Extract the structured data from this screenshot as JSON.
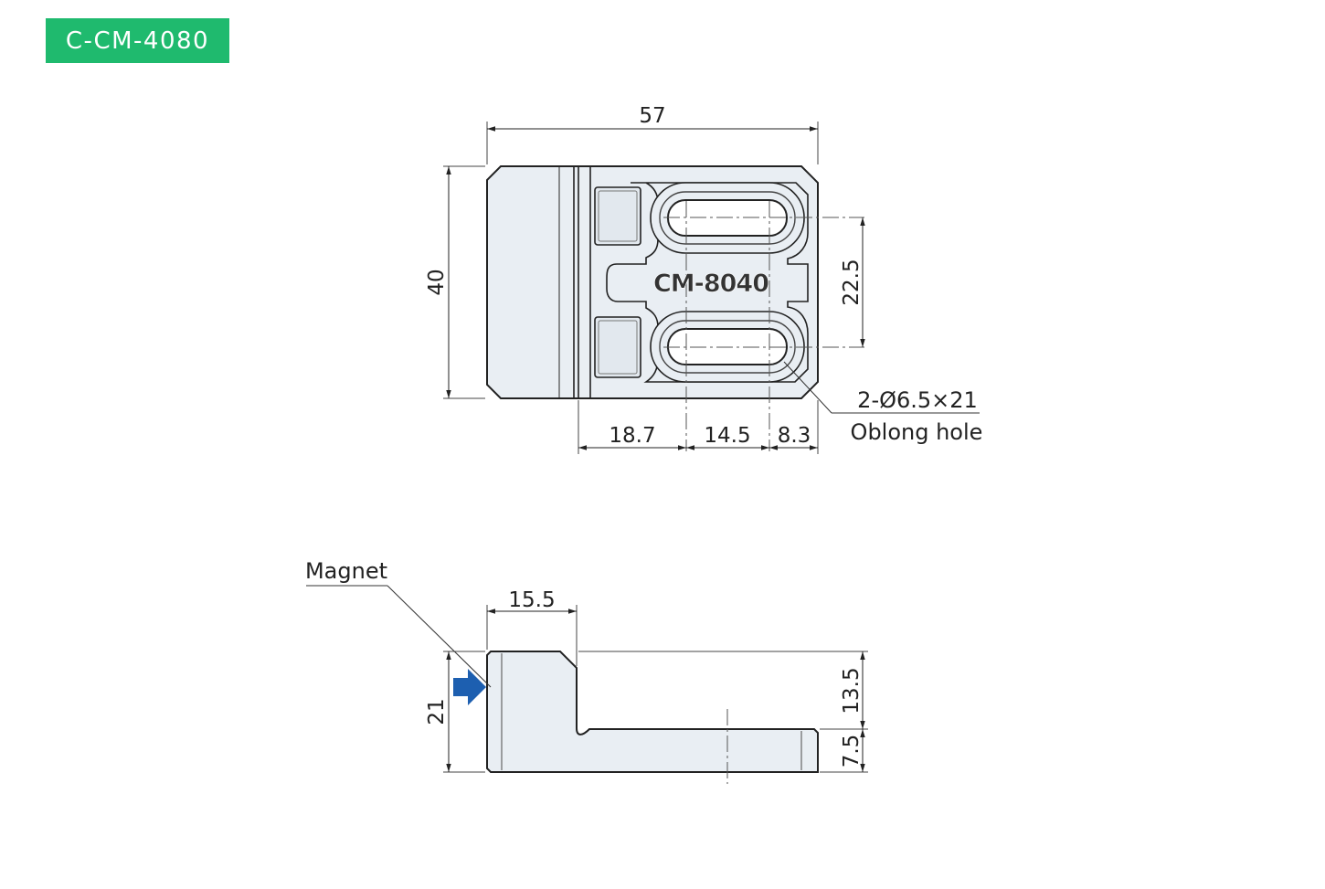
{
  "product_code": "C-CM-4080",
  "top_view": {
    "marking": "CM-8040",
    "dim_width": "57",
    "dim_height": "40",
    "dim_pitch": "22.5",
    "dim_a": "18.7",
    "dim_b": "14.5",
    "dim_c": "8.3",
    "hole_spec": "2-Ø6.5×21",
    "hole_label": "Oblong hole"
  },
  "side_view": {
    "magnet_label": "Magnet",
    "dim_step": "15.5",
    "dim_height": "21",
    "dim_upper": "13.5",
    "dim_lower": "7.5"
  },
  "colors": {
    "badge": "#1fba6e",
    "part_fill": "#e9eef3",
    "arrow": "#1d5fb0"
  }
}
